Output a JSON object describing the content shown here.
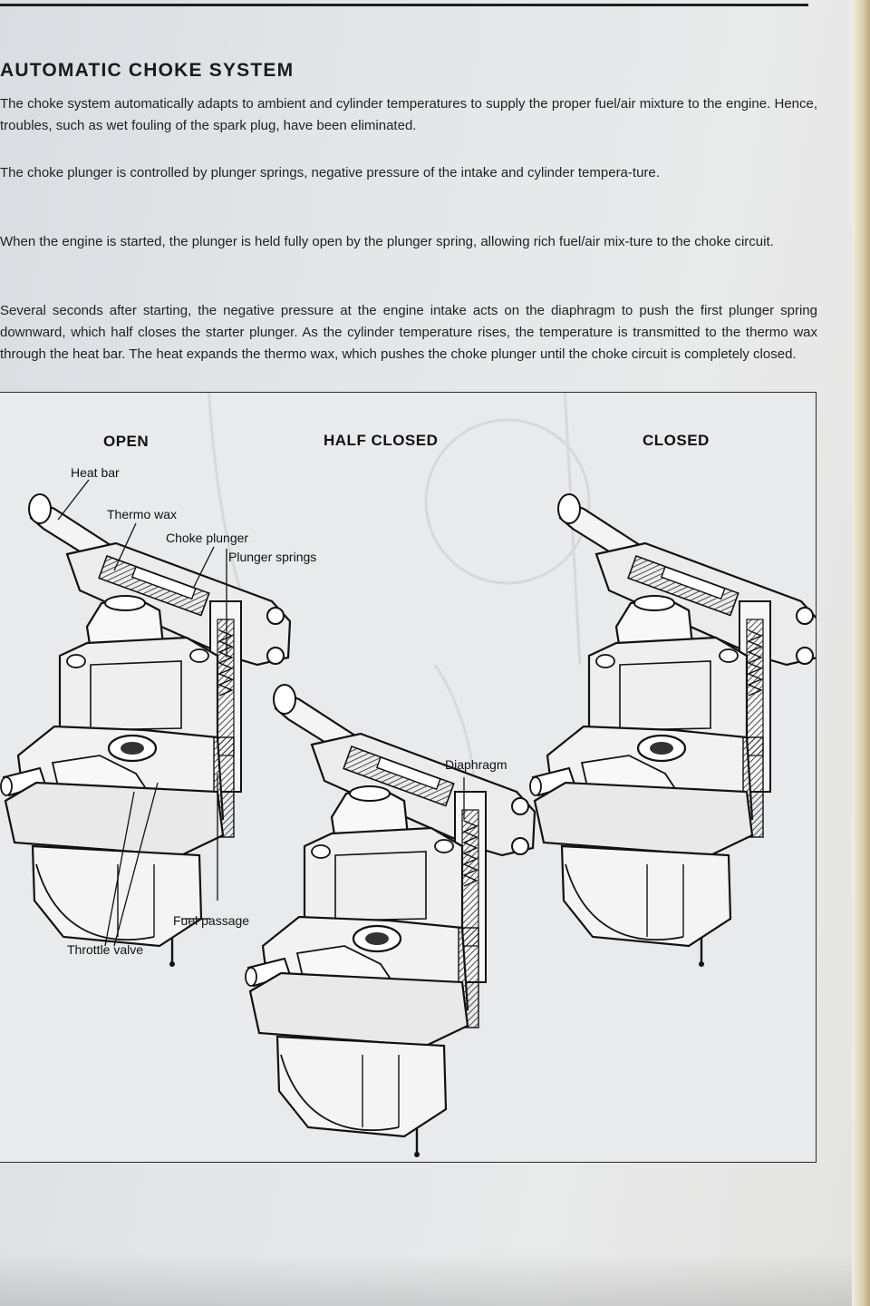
{
  "section": {
    "title": "AUTOMATIC CHOKE SYSTEM",
    "paragraphs": [
      "The choke system automatically adapts to ambient and cylinder temperatures to supply the proper fuel/air mixture to the engine. Hence, troubles, such as wet fouling of the spark plug, have been eliminated.",
      "The choke plunger is controlled by plunger springs, negative pressure of the intake and cylinder tempera-ture.",
      "When the engine is started, the plunger is held fully open by the plunger spring, allowing rich fuel/air mix-ture to the choke circuit.",
      "Several seconds after starting, the negative pressure at the engine intake acts on the diaphragm to push the first plunger spring downward, which half closes the starter plunger. As the cylinder temperature rises, the temperature is transmitted to the thermo wax through the heat bar. The heat expands the thermo wax, which pushes the choke plunger until the choke circuit is completely closed."
    ]
  },
  "figure": {
    "states": [
      "OPEN",
      "HALF CLOSED",
      "CLOSED"
    ],
    "callouts": {
      "heat_bar": "Heat bar",
      "thermo_wax": "Thermo wax",
      "choke_plunger": "Choke plunger",
      "plunger_springs": "Plunger springs",
      "diaphragm": "Diaphragm",
      "fuel_passage": "Fuel passage",
      "throttle_valve": "Throttle valve"
    }
  }
}
